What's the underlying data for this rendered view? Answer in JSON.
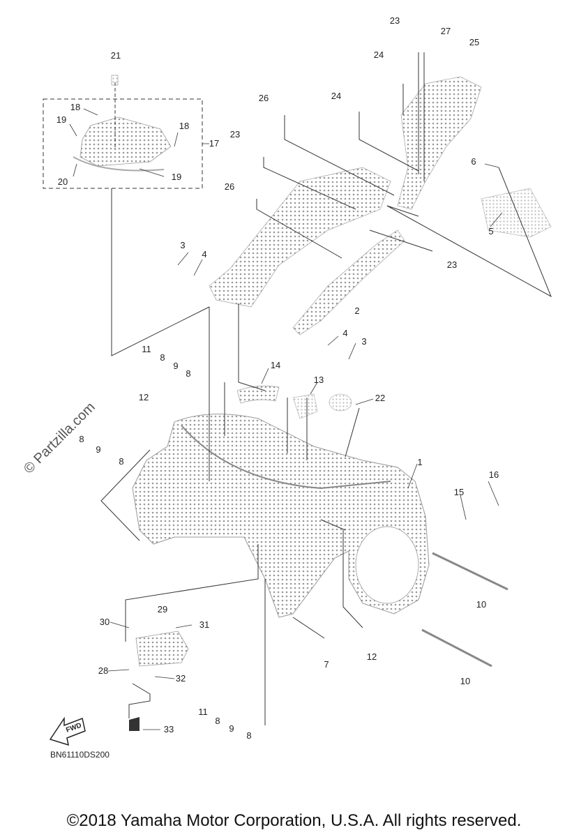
{
  "watermark": "© Partzilla.com",
  "drawing_code": "BN61110DS200",
  "fwd_label": "FWD",
  "copyright": "©2018 Yamaha Motor Corporation, U.S.A. All rights reserved.",
  "callouts": [
    {
      "id": "c21",
      "text": "21"
    },
    {
      "id": "c18a",
      "text": "18"
    },
    {
      "id": "c19a",
      "text": "19"
    },
    {
      "id": "c18b",
      "text": "18"
    },
    {
      "id": "c17",
      "text": "17"
    },
    {
      "id": "c20",
      "text": "20"
    },
    {
      "id": "c19b",
      "text": "19"
    },
    {
      "id": "c23a",
      "text": "23"
    },
    {
      "id": "c27",
      "text": "27"
    },
    {
      "id": "c25",
      "text": "25"
    },
    {
      "id": "c24a",
      "text": "24"
    },
    {
      "id": "c24b",
      "text": "24"
    },
    {
      "id": "c26a",
      "text": "26"
    },
    {
      "id": "c23b",
      "text": "23"
    },
    {
      "id": "c6",
      "text": "6"
    },
    {
      "id": "c26b",
      "text": "26"
    },
    {
      "id": "c5",
      "text": "5"
    },
    {
      "id": "c23c",
      "text": "23"
    },
    {
      "id": "c3a",
      "text": "3"
    },
    {
      "id": "c4a",
      "text": "4"
    },
    {
      "id": "c2",
      "text": "2"
    },
    {
      "id": "c4b",
      "text": "4"
    },
    {
      "id": "c3b",
      "text": "3"
    },
    {
      "id": "c11a",
      "text": "11"
    },
    {
      "id": "c8a",
      "text": "8"
    },
    {
      "id": "c9a",
      "text": "9"
    },
    {
      "id": "c8b",
      "text": "8"
    },
    {
      "id": "c14",
      "text": "14"
    },
    {
      "id": "c13",
      "text": "13"
    },
    {
      "id": "c22",
      "text": "22"
    },
    {
      "id": "c12a",
      "text": "12"
    },
    {
      "id": "c8c",
      "text": "8"
    },
    {
      "id": "c9b",
      "text": "9"
    },
    {
      "id": "c8d",
      "text": "8"
    },
    {
      "id": "c1",
      "text": "1"
    },
    {
      "id": "c16",
      "text": "16"
    },
    {
      "id": "c15",
      "text": "15"
    },
    {
      "id": "c10a",
      "text": "10"
    },
    {
      "id": "c29",
      "text": "29"
    },
    {
      "id": "c30",
      "text": "30"
    },
    {
      "id": "c31",
      "text": "31"
    },
    {
      "id": "c7",
      "text": "7"
    },
    {
      "id": "c12b",
      "text": "12"
    },
    {
      "id": "c28",
      "text": "28"
    },
    {
      "id": "c32",
      "text": "32"
    },
    {
      "id": "c10b",
      "text": "10"
    },
    {
      "id": "c11b",
      "text": "11"
    },
    {
      "id": "c8e",
      "text": "8"
    },
    {
      "id": "c9c",
      "text": "9"
    },
    {
      "id": "c8f",
      "text": "8"
    },
    {
      "id": "c33",
      "text": "33"
    }
  ]
}
